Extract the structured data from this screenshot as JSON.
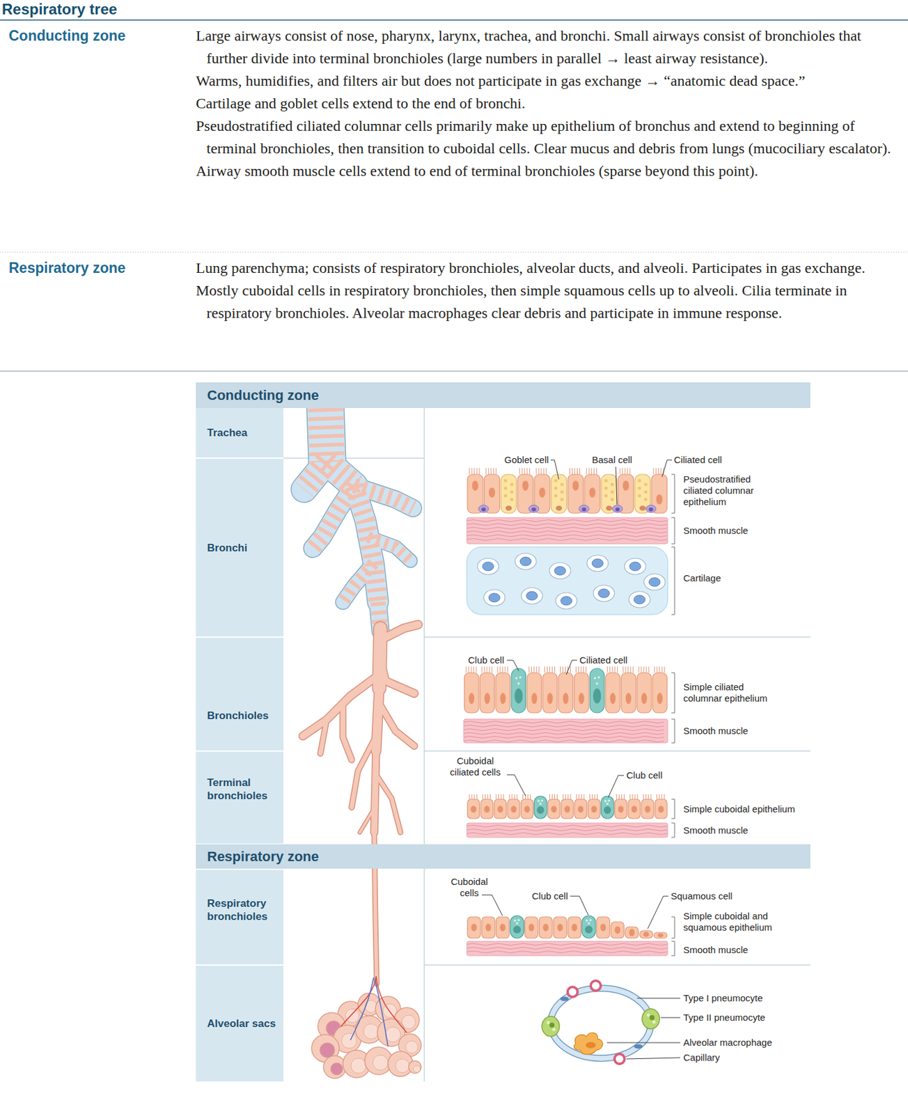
{
  "diagram": {
    "title": "Respiratory tree",
    "nodes": [
      {
        "text": [
          "Conducting zone"
        ]
      },
      {
        "text": [
          "Trachea"
        ]
      },
      {
        "text": [
          "Bronchi"
        ]
      },
      {
        "text": [
          "Bronchioles"
        ]
      },
      {
        "text": [
          "Terminal bronchioles"
        ]
      },
      {
        "text": [
          "Respiratory zone"
        ]
      },
      {
        "text": [
          "Respiratory bronchioles"
        ]
      },
      {
        "text": [
          "Alveolar sacs"
        ]
      }
    ],
    "labels": [
      "Conducting zone",
      "Large airways consist of nose, pharynx, larynx, trachea, and bronchi. Small airways consist of bronchioles that further divide into terminal bronchioles (large numbers in parallel → least airway resistance).",
      "Warms, humidifies, and filters air but does not participate in gas exchange → “anatomic dead space.”",
      "Cartilage and goblet cells extend to the end of bronchi.",
      "Pseudostratified ciliated columnar cells primarily make up epithelium of bronchus and extend to beginning of terminal bronchioles, then transition to cuboidal cells. Clear mucus and debris from lungs (mucociliary escalator).",
      "Airway smooth muscle cells extend to end of terminal bronchioles (sparse beyond this point).",
      "Respiratory zone",
      "Lung parenchyma; consists of respiratory bronchioles, alveolar ducts, and alveoli. Participates in gas exchange.",
      "Mostly cuboidal cells in respiratory bronchioles, then simple squamous cells up to alveoli. Cilia terminate in respiratory bronchioles. Alveolar macrophages clear debris and participate in immune response.",
      "Goblet cell",
      "Basal cell",
      "Ciliated cell",
      "Pseudostratified ciliated columnar epithelium",
      "Smooth muscle",
      "Cartilage",
      "Club cell",
      "Ciliated cell",
      "Simple ciliated columnar epithelium",
      "Smooth muscle",
      "Cuboidal ciliated cells",
      "Club cell",
      "Simple cuboidal epithelium",
      "Smooth muscle",
      "Cuboidal cells",
      "Club cell",
      "Squamous cell",
      "Simple cuboidal and squamous epithelium",
      "Smooth muscle",
      "Type I pneumocyte",
      "Type II pneumocyte",
      "Alveolar macrophage",
      "Capillary"
    ]
  }
}
